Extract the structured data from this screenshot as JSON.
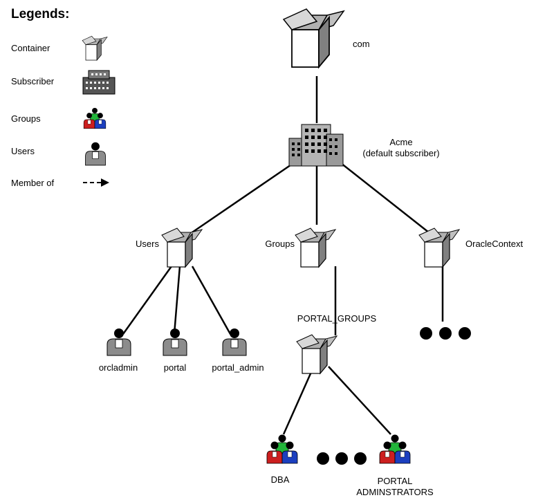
{
  "legend": {
    "title": "Legends:",
    "items": [
      {
        "label": "Container",
        "icon": "container-icon"
      },
      {
        "label": "Subscriber",
        "icon": "subscriber-icon"
      },
      {
        "label": "Groups",
        "icon": "groups-icon"
      },
      {
        "label": "Users",
        "icon": "user-icon"
      },
      {
        "label": "Member of",
        "icon": "dashed-arrow-icon"
      }
    ]
  },
  "nodes": {
    "com": "com",
    "acme_name": "Acme",
    "acme_note": "(default subscriber)",
    "users": "Users",
    "groups": "Groups",
    "oraclecontext": "OracleContext",
    "portal_groups": "PORTAL_GROUPS",
    "orcladmin": "orcladmin",
    "portal": "portal",
    "portal_admin": "portal_admin",
    "dba": "DBA",
    "portal_administrators_1": "PORTAL",
    "portal_administrators_2": "ADMINSTRATORS"
  },
  "colors": {
    "line": "#000000",
    "box_front": "#ffffff",
    "box_side": "#808080",
    "box_flap": "#b0b0b0",
    "building": "#9a9a9a",
    "user_body": "#8c8c8c",
    "group_red": "#cc1f1f",
    "group_blue": "#1c3fbf",
    "group_green": "#22b43a"
  }
}
